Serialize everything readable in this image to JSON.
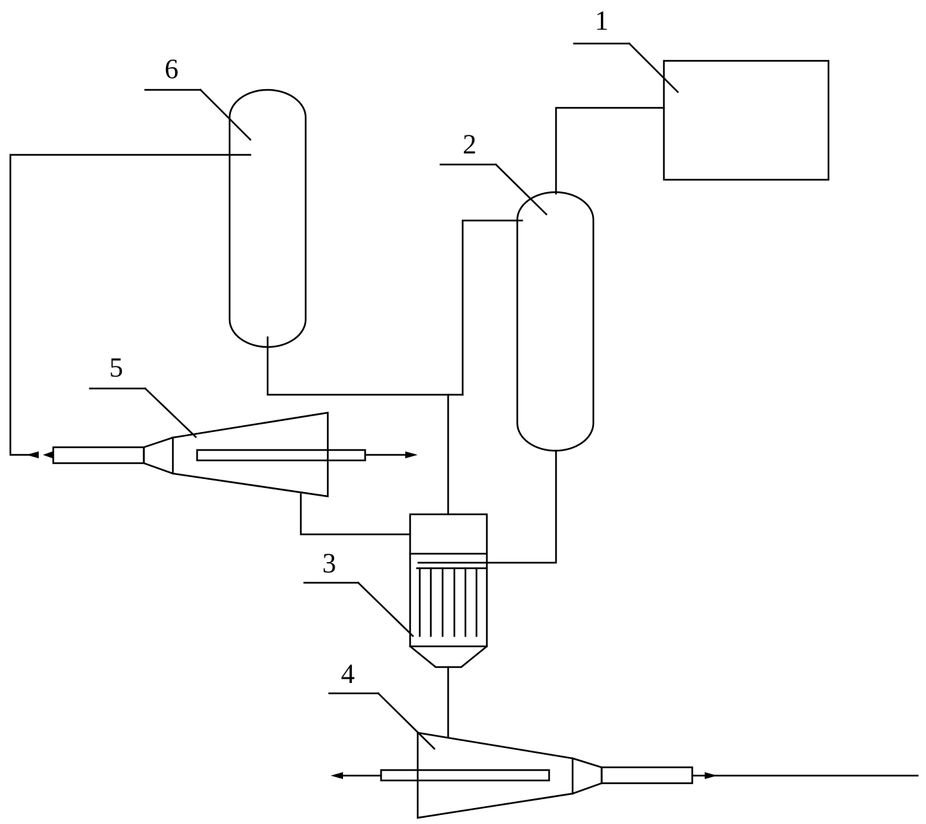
{
  "diagram": {
    "labels": {
      "unit1": "1",
      "unit2": "2",
      "unit3": "3",
      "unit4": "4",
      "unit5": "5",
      "unit6": "6"
    }
  }
}
